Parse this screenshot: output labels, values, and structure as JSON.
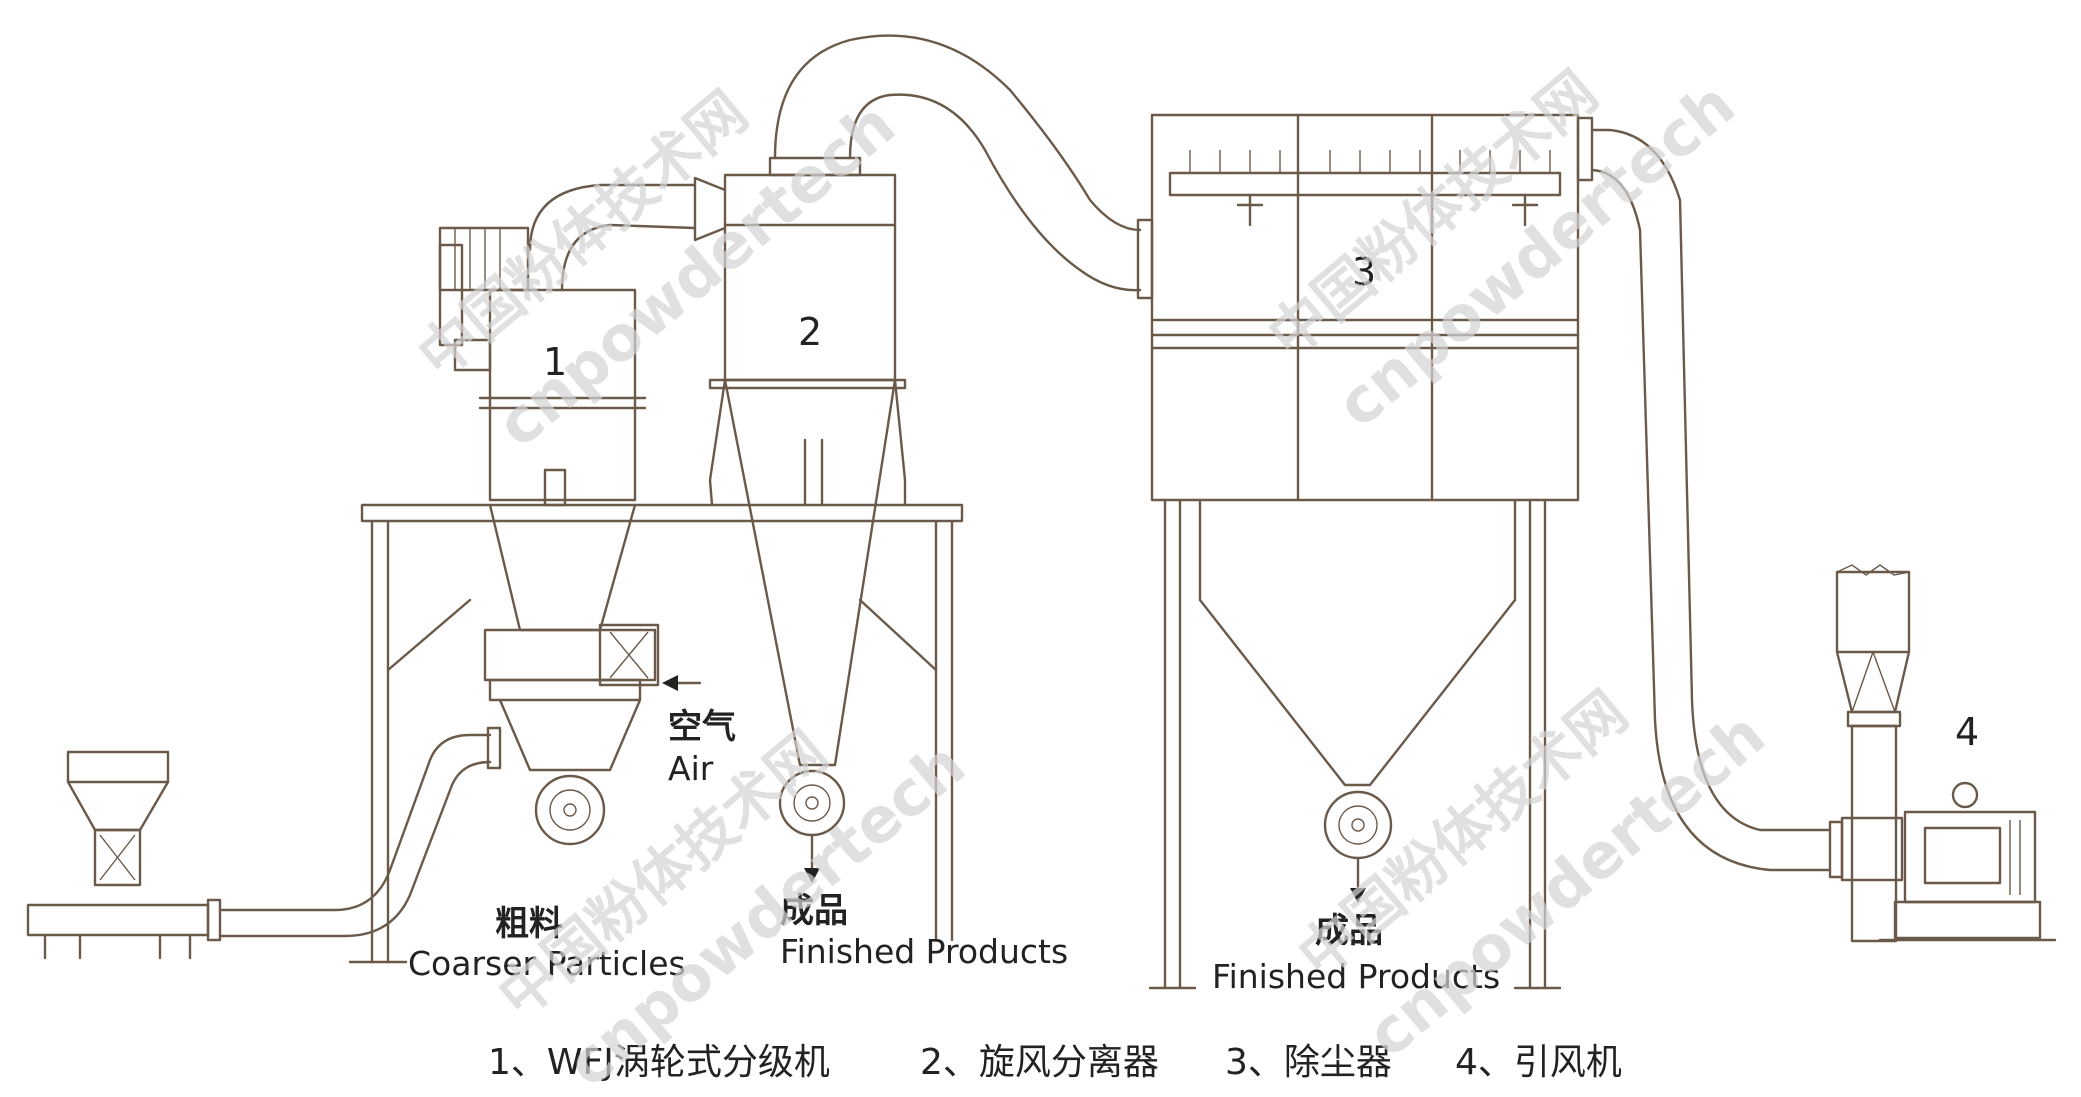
{
  "watermark": {
    "cn": "中国粉体技术网",
    "en": "cnpowdertech"
  },
  "equipment": {
    "classifier": {
      "number": "1"
    },
    "cyclone": {
      "number": "2"
    },
    "dust_collector": {
      "number": "3"
    },
    "fan": {
      "number": "4"
    }
  },
  "labels": {
    "air_cn": "空气",
    "air_en": "Air",
    "coarse_cn": "粗料",
    "coarse_en": "Coarser Particles",
    "product1_cn": "成品",
    "product1_en": "Finished  Products",
    "product2_cn": "成品",
    "product2_en": "Finished  Products"
  },
  "caption": {
    "item1": "1、WFJ涡轮式分级机",
    "item2": "2、旋风分离器",
    "item3": "3、除尘器",
    "item4": "4、引风机"
  }
}
